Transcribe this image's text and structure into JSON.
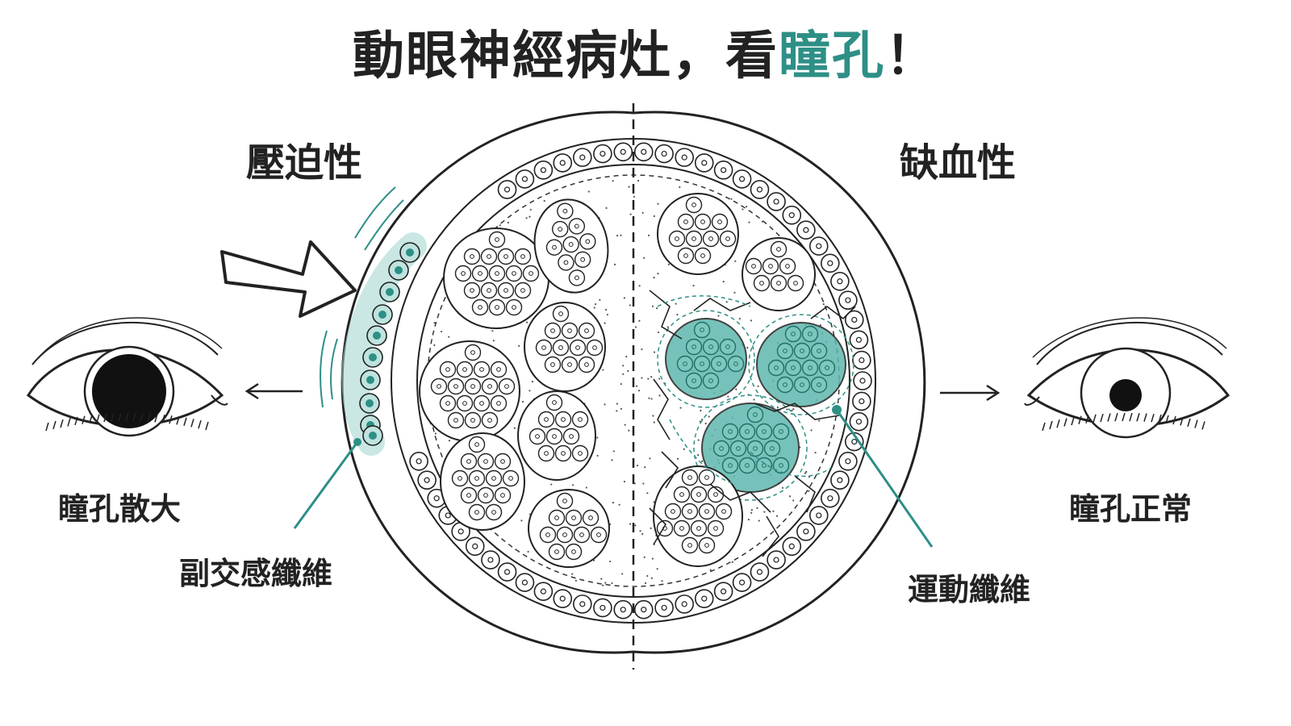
{
  "title": {
    "main": "動眼神經病灶，看",
    "accent": "瞳孔",
    "end": "！"
  },
  "left": {
    "heading": "壓迫性",
    "eye_label": "瞳孔散大",
    "fiber_label": "副交感纖維"
  },
  "right": {
    "heading": "缺血性",
    "eye_label": "瞳孔正常",
    "fiber_label": "運動纖維"
  },
  "colors": {
    "accent": "#2e8f86",
    "accent_fill": "#5fb8ae",
    "ink": "#222222"
  },
  "icons": {
    "compression_arrow": "arrow-right-outline-icon",
    "dilated_eye": "eye-dilated-pupil-icon",
    "normal_eye": "eye-normal-pupil-icon"
  }
}
